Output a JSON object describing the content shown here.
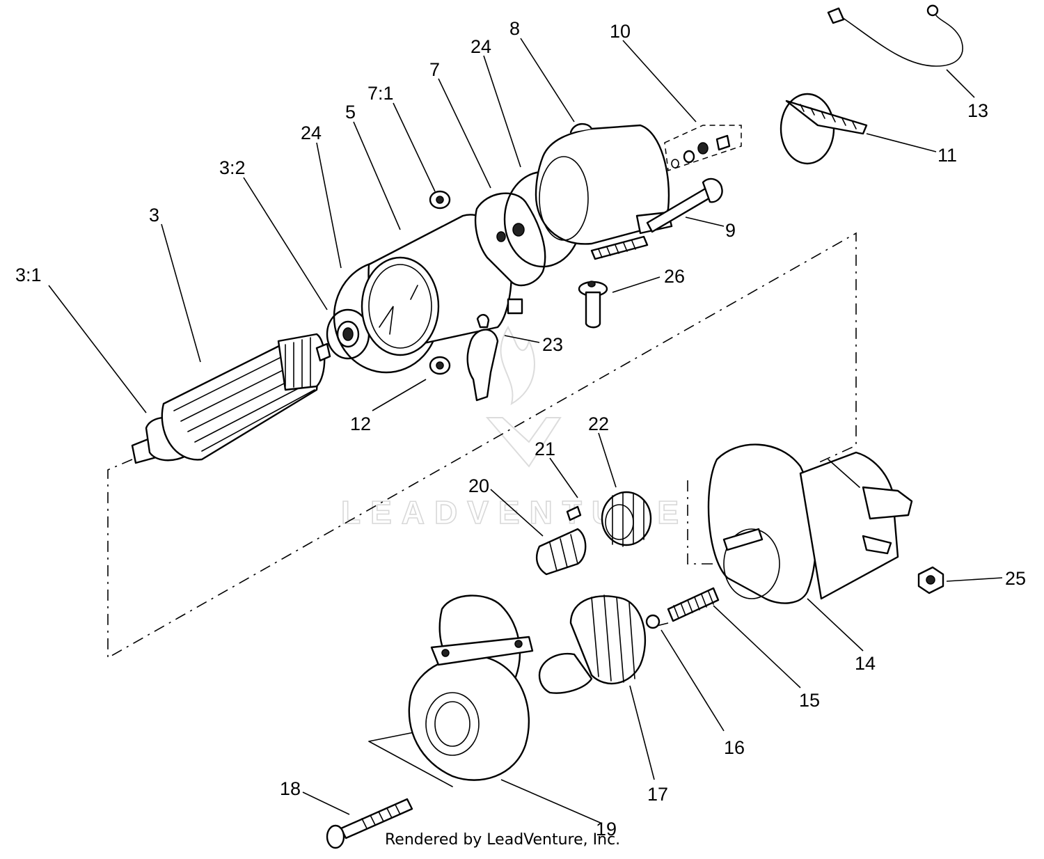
{
  "callouts": [
    {
      "id": "3-1",
      "text": "3:1"
    },
    {
      "id": "3",
      "text": "3"
    },
    {
      "id": "3-2",
      "text": "3:2"
    },
    {
      "id": "24a",
      "text": "24"
    },
    {
      "id": "5",
      "text": "5"
    },
    {
      "id": "7-1",
      "text": "7:1"
    },
    {
      "id": "7",
      "text": "7"
    },
    {
      "id": "24b",
      "text": "24"
    },
    {
      "id": "8",
      "text": "8"
    },
    {
      "id": "10",
      "text": "10"
    },
    {
      "id": "13",
      "text": "13"
    },
    {
      "id": "11",
      "text": "11"
    },
    {
      "id": "9",
      "text": "9"
    },
    {
      "id": "26",
      "text": "26"
    },
    {
      "id": "23",
      "text": "23"
    },
    {
      "id": "12",
      "text": "12"
    },
    {
      "id": "22",
      "text": "22"
    },
    {
      "id": "21",
      "text": "21"
    },
    {
      "id": "20",
      "text": "20"
    },
    {
      "id": "25",
      "text": "25"
    },
    {
      "id": "14",
      "text": "14"
    },
    {
      "id": "15",
      "text": "15"
    },
    {
      "id": "16",
      "text": "16"
    },
    {
      "id": "17",
      "text": "17"
    },
    {
      "id": "18",
      "text": "18"
    },
    {
      "id": "19",
      "text": "19"
    }
  ],
  "watermark": "LEADVENTURE",
  "credit": "Rendered by LeadVenture, Inc."
}
